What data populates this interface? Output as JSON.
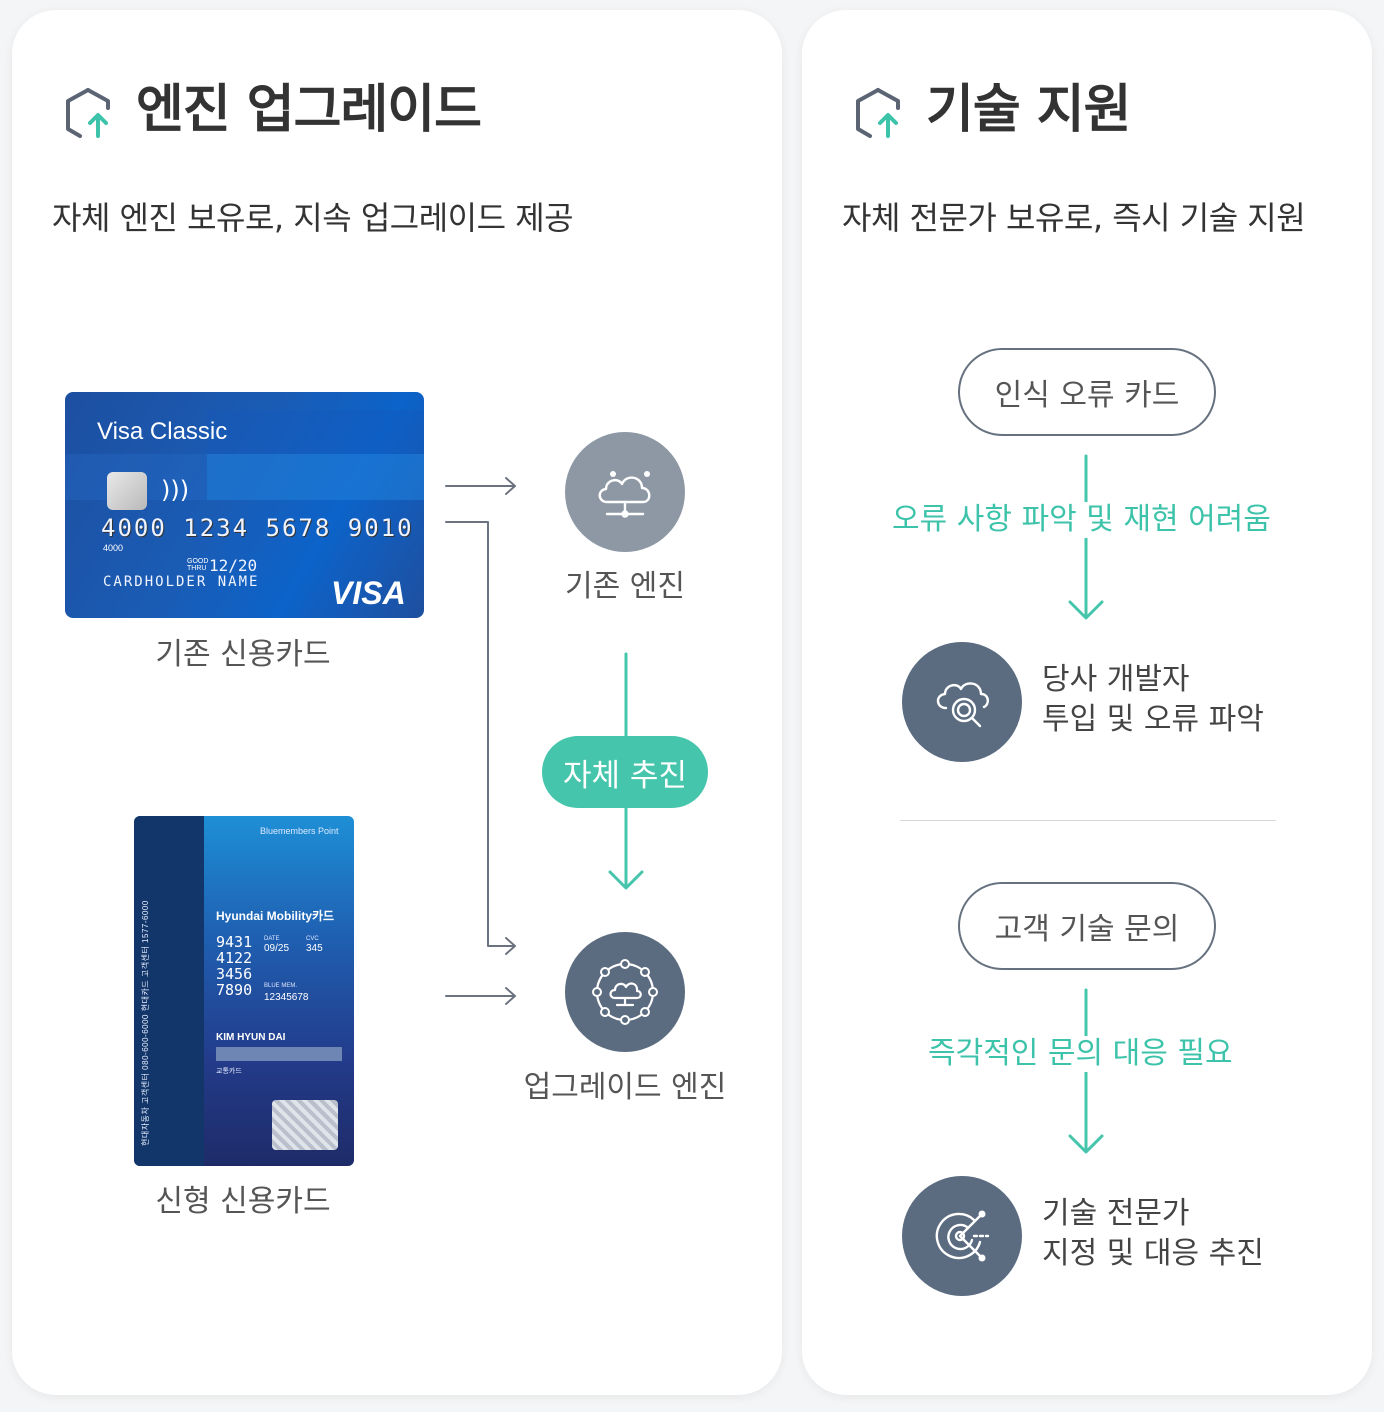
{
  "left_panel": {
    "title": "엔진 업그레이드",
    "subtitle": "자체 엔진 보유로, 지속 업그레이드 제공",
    "icon": "hexagon-upgrade-icon",
    "old_card_caption": "기존 신용카드",
    "new_card_caption": "신형 신용카드",
    "old_engine_label": "기존 엔진",
    "upgrade_engine_label": "업그레이드 엔진",
    "self_drive_label": "자체 추진",
    "visa_card": {
      "brand_line": "Visa Classic",
      "number": "4000 1234 5678 9010",
      "small_number": "4000",
      "good_thru": "GOOD THRU",
      "expiry": "12/20",
      "holder": "CARDHOLDER NAME",
      "logo": "VISA"
    },
    "hyundai_card": {
      "point": "Bluemembers Point",
      "brand": "Hyundai Mobility카드",
      "number": "9431\n4122\n3456\n7890",
      "date_label": "DATE",
      "date": "09/25",
      "cvc_label": "CVC",
      "cvc": "345",
      "member_label": "BLUE MEM.",
      "member_no": "12345678",
      "holder": "KIM HYUN DAI",
      "transit": "교통카드",
      "vertical_text": "현대자동차 고객센터 080-600-6000  현대카드 고객센터 1577-6000"
    }
  },
  "right_panel": {
    "title": "기술 지원",
    "subtitle": "자체 전문가 보유로, 즉시 기술 지원",
    "icon": "hexagon-upgrade-icon",
    "flow1": {
      "start": "인식 오류 카드",
      "issue": "오류 사항 파악 및 재현 어려움",
      "result_line1": "당사 개발자",
      "result_line2": "투입 및 오류 파악"
    },
    "flow2": {
      "start": "고객 기술 문의",
      "issue": "즉각적인 문의 대응 필요",
      "result_line1": "기술 전문가",
      "result_line2": "지정 및 대응 추진"
    }
  },
  "colors": {
    "teal": "#45c5ab",
    "dark_circle": "#5b6b80",
    "gray_circle": "#8e98a5",
    "text": "#333333"
  }
}
